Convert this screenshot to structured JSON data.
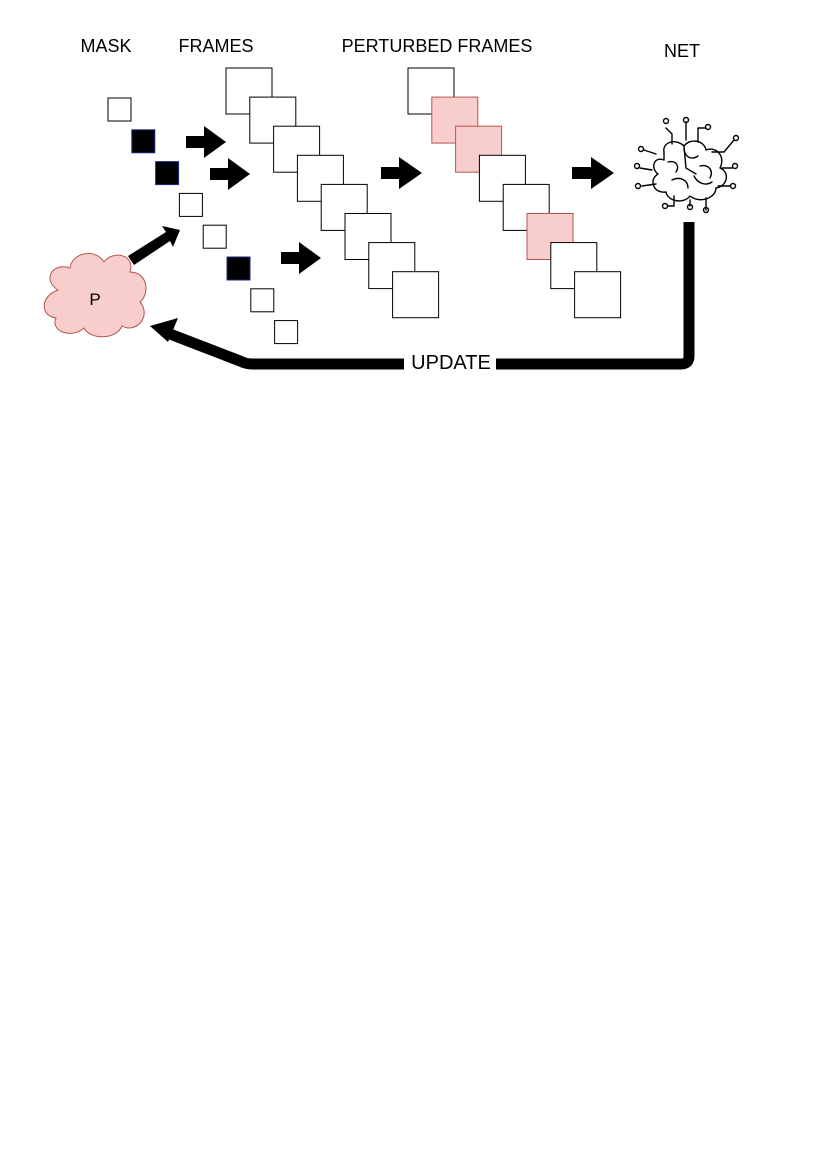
{
  "headers": {
    "mask": "MASK",
    "frames": "FRAMES",
    "perturbed": "PERTURBED FRAMES",
    "net": "NET"
  },
  "cloud_label": "P",
  "feedback_label": "UPDATE",
  "mask_cells": [
    false,
    true,
    true,
    false,
    false,
    true,
    false,
    false
  ],
  "frames_count": 8,
  "perturbed_cells": [
    false,
    true,
    true,
    false,
    false,
    true,
    false,
    false
  ],
  "colors": {
    "mask_filled": "#000000",
    "mask_filled_border": "#1f2a8a",
    "perturbed_fill": "#f8cecc",
    "perturbed_border": "#b85450",
    "cloud_fill": "#f8cecc",
    "cloud_border": "#b85450"
  },
  "icons": {
    "net": "brain-circuit-icon"
  }
}
